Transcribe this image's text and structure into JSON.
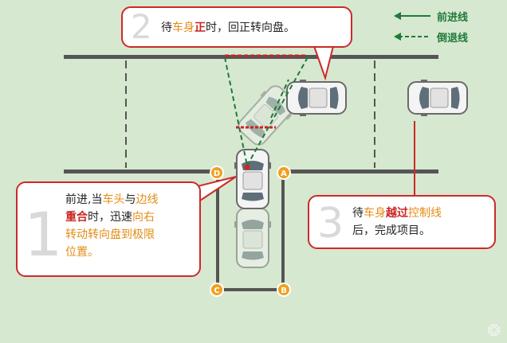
{
  "colors": {
    "background": "#d6e8cf",
    "road_line": "#555555",
    "callout_border": "#cc2a2a",
    "forward_line": "#1f7a3a",
    "highlight_orange": "#e58b16",
    "highlight_red": "#cc2222",
    "corner_marker": "#f0a020"
  },
  "legend": {
    "forward": "前进线",
    "reverse": "倒退线"
  },
  "corners": {
    "a": "A",
    "b": "B",
    "c": "C",
    "d": "D"
  },
  "step1": {
    "number": "1",
    "t1": "前进,当",
    "t2": "车头",
    "t3": "与",
    "t4": "边线",
    "t5": "重合",
    "t6": "时，迅速",
    "t7": "向右",
    "t8": "转动转向盘到极限",
    "t9": "位置。"
  },
  "step2": {
    "number": "2",
    "t1": "待",
    "t2": "车身",
    "t3": "正",
    "t4": "时，回正转向盘。"
  },
  "step3": {
    "number": "3",
    "t1": "待",
    "t2": "车身",
    "t3": "越过",
    "t4": "控制线",
    "t5": "后，完成项目。"
  },
  "icons": {
    "watermark": "logo-icon",
    "car": "car-icon"
  }
}
